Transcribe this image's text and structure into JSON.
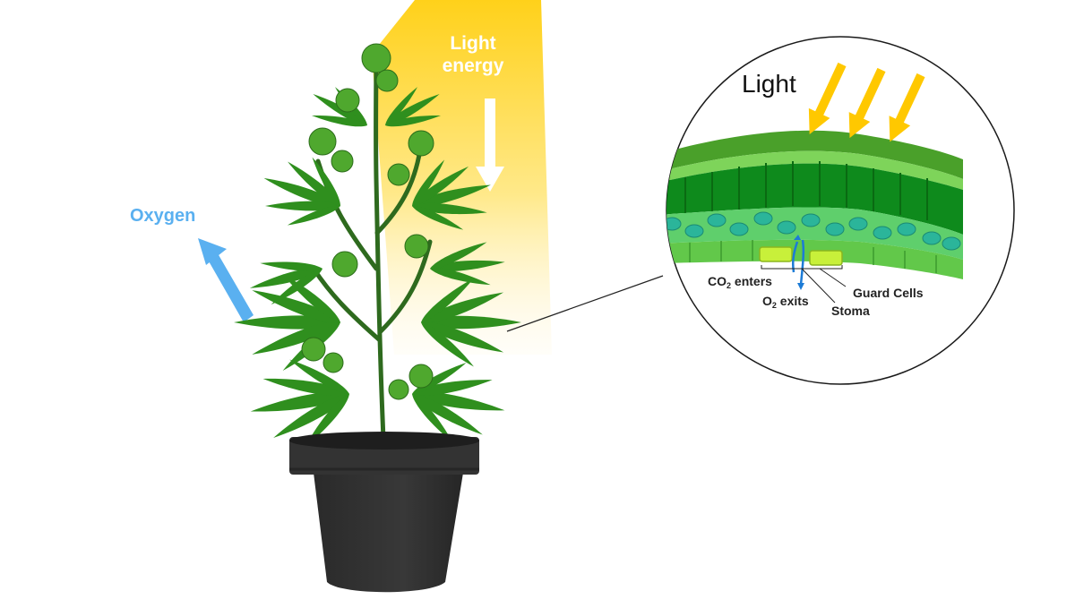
{
  "labels": {
    "light_energy_line1": "Light",
    "light_energy_line2": "energy",
    "oxygen": "Oxygen",
    "light": "Light",
    "co2_prefix": "CO",
    "co2_sub": "2",
    "co2_suffix": " enters",
    "o2_prefix": "O",
    "o2_sub": "2",
    "o2_suffix": " exits",
    "guard_cells": "Guard Cells",
    "stoma": "Stoma"
  },
  "colors": {
    "light_beam": "#ffd11a",
    "oxygen_arrow": "#5ab0f0",
    "light_arrows": "#ffc800",
    "leaf_dark": "#0e8a1c",
    "leaf_light": "#62c84a",
    "cell_teal": "#2bb59a",
    "guard_cell": "#c8f03a",
    "pot": "#2d2d2d",
    "gas_arrows": "#1c7bd6"
  },
  "icons": [
    "cannabis-plant-illustration",
    "pot-illustration",
    "leaf-cross-section-illustration"
  ]
}
